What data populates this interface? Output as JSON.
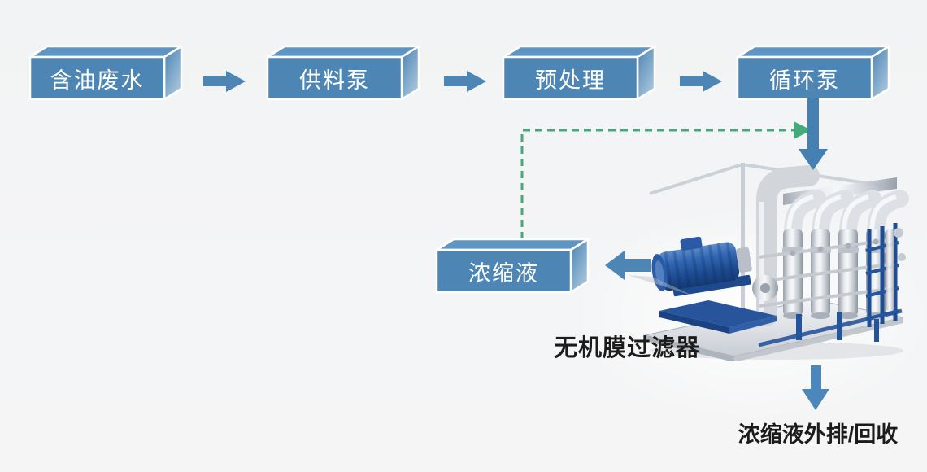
{
  "diagram": {
    "background_color": "#f3f4f5",
    "flow_boxes": [
      {
        "label": "含油废水"
      },
      {
        "label": "供料泵"
      },
      {
        "label": "预处理"
      },
      {
        "label": "循环泵"
      }
    ],
    "concentrate_box": {
      "label": "浓缩液"
    },
    "machine": {
      "label": "无机膜过滤器"
    },
    "output": {
      "label": "浓缩液外排/回收"
    },
    "arrows": {
      "flow_arrow_glyph": "→",
      "down_arrow_glyph": "↓",
      "left_arrow_glyph": "←",
      "recycle_arrow_glyph": "⇢",
      "recycle_style": "dashed"
    },
    "colors": {
      "box_face": "#4d86b4",
      "box_top": "#5e95c2",
      "box_side_gradient_end": "#a9c6de",
      "box_edge": "#ffffff",
      "box_text": "#ffffff",
      "flow_arrow": "#4d86b4",
      "recycle_arrow": "#45a97c",
      "label_text": "#1c1c1c",
      "machine_blue": "#2a5aa5",
      "machine_frame_blue": "#1d4e94",
      "machine_gray": "#d2d6db"
    }
  }
}
